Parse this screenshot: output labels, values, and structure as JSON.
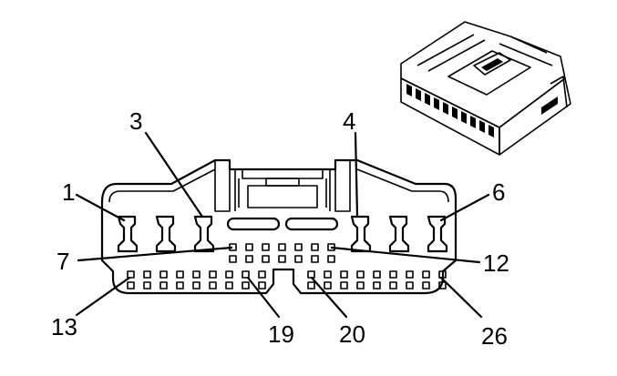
{
  "pin_labels": {
    "p1": "1",
    "p3": "3",
    "p4": "4",
    "p6": "6",
    "p7": "7",
    "p12": "12",
    "p13": "13",
    "p19": "19",
    "p20": "20",
    "p26": "26"
  }
}
